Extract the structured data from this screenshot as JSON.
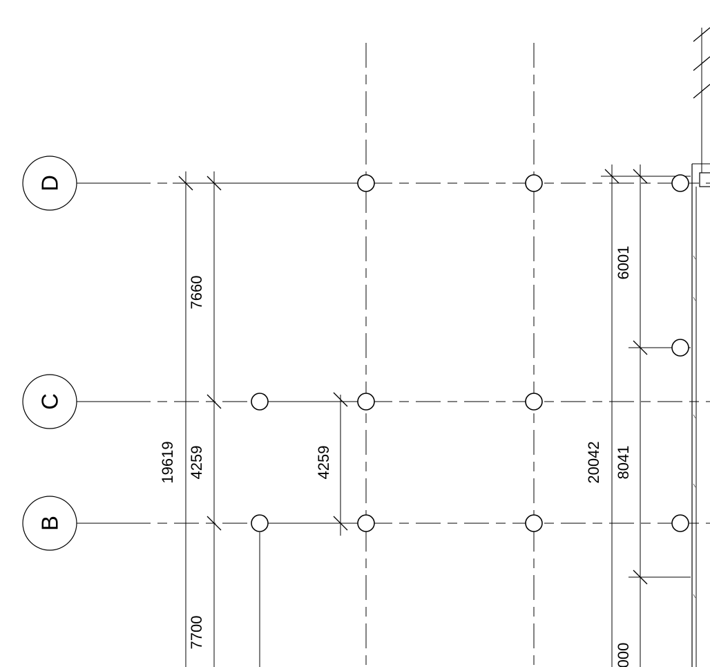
{
  "grid_bubbles": [
    "D",
    "C",
    "B"
  ],
  "dimensions": {
    "left_overall": "19619",
    "left_dc": "7660",
    "left_cb": "4259",
    "left_bottom": "7700",
    "middle_cb": "4259",
    "right_overall": "20042",
    "right_top": "6001",
    "right_middle": "8041",
    "right_bottom_partial": "000"
  }
}
